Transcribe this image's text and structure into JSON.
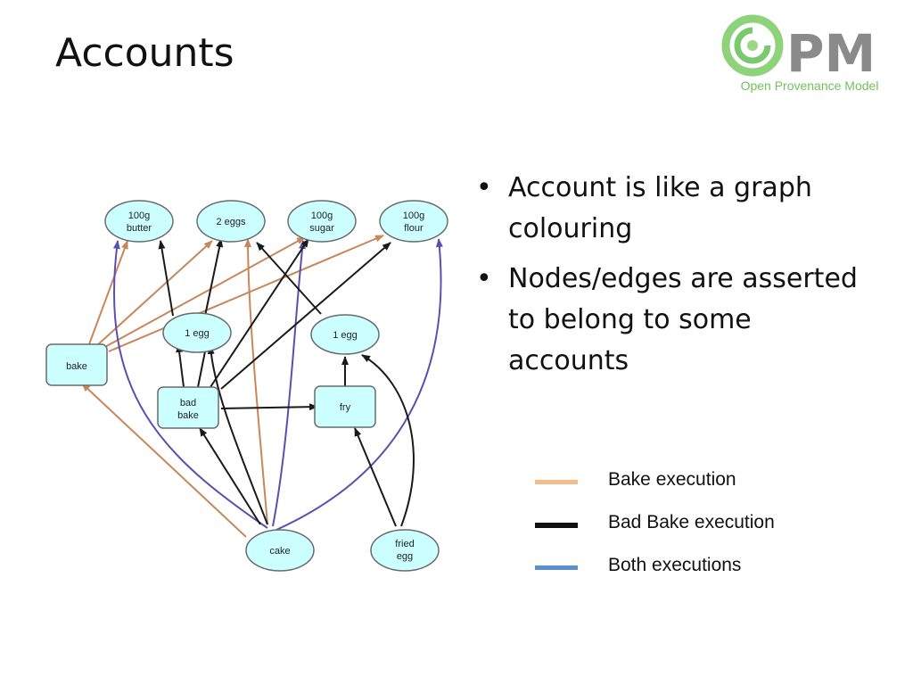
{
  "slide": {
    "title": "Accounts"
  },
  "logo": {
    "letters": "PM",
    "caption": "Open Provenance Model",
    "colors": {
      "swirl": "#7bc96f",
      "letters": "#8a8a8a",
      "caption": "#6fc25a"
    }
  },
  "bullets": [
    "Account is like a graph colouring",
    "Nodes/edges are asserted to belong to some accounts"
  ],
  "diagram": {
    "nodes": [
      {
        "id": "butter",
        "shape": "ellipse",
        "lines": [
          "100g",
          "butter"
        ]
      },
      {
        "id": "eggs2",
        "shape": "ellipse",
        "lines": [
          "2 eggs"
        ]
      },
      {
        "id": "sugar",
        "shape": "ellipse",
        "lines": [
          "100g",
          "sugar"
        ]
      },
      {
        "id": "flour",
        "shape": "ellipse",
        "lines": [
          "100g",
          "flour"
        ]
      },
      {
        "id": "egg1a",
        "shape": "ellipse",
        "lines": [
          "1 egg"
        ]
      },
      {
        "id": "egg1b",
        "shape": "ellipse",
        "lines": [
          "1 egg"
        ]
      },
      {
        "id": "bake",
        "shape": "rect",
        "lines": [
          "bake"
        ]
      },
      {
        "id": "badbake",
        "shape": "rect",
        "lines": [
          "bad",
          "bake"
        ]
      },
      {
        "id": "fry",
        "shape": "rect",
        "lines": [
          "fry"
        ]
      },
      {
        "id": "cake",
        "shape": "ellipse",
        "lines": [
          "cake"
        ]
      },
      {
        "id": "friedegg",
        "shape": "ellipse",
        "lines": [
          "fried",
          "egg"
        ]
      }
    ],
    "colors": {
      "node_fill": "#ccffff",
      "node_stroke": "#6a6a6a",
      "bake_edge": "#c8875a",
      "bad_bake_edge": "#1a1a1a",
      "both_edge": "#5a4fb0"
    }
  },
  "legend": [
    {
      "label": "Bake execution",
      "color": "#f2bd8c"
    },
    {
      "label": "Bad Bake execution",
      "color": "#111111"
    },
    {
      "label": "Both executions",
      "color": "#5b8fd1"
    }
  ]
}
